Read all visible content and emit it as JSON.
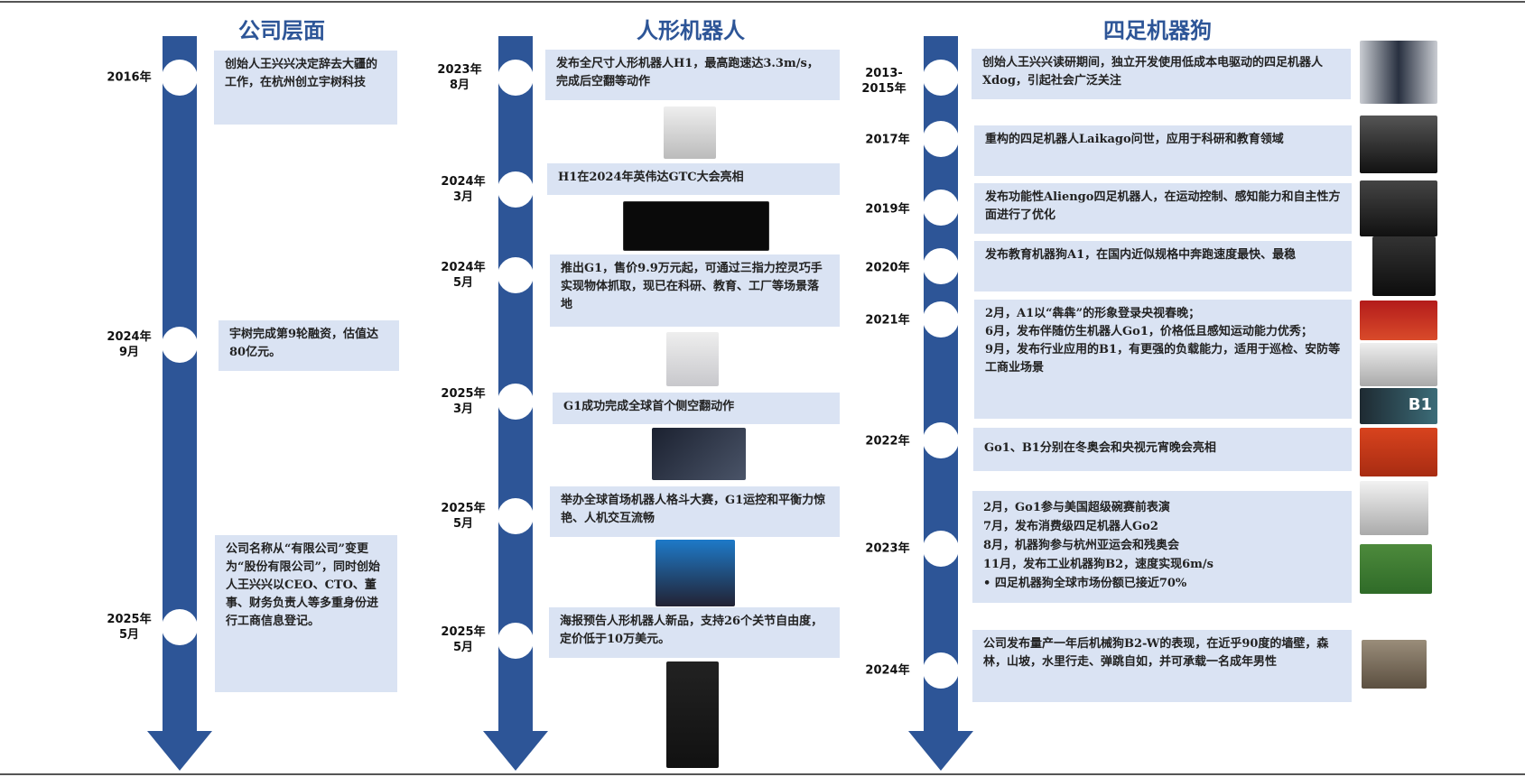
{
  "columns": [
    {
      "title": "公司层面",
      "events": [
        {
          "date": "2016年",
          "text": "创始人王兴兴决定辞去大疆的工作，在杭州创立宇树科技"
        },
        {
          "date": "2024年\n9月",
          "text": "宇树完成第9轮融资，估值达80亿元。"
        },
        {
          "date": "2025年\n5月",
          "text": "公司名称从“有限公司”变更为“股份有限公司”，同时创始人王兴兴以CEO、CTO、董事、财务负责人等多重身份进行工商信息登记。"
        }
      ]
    },
    {
      "title": "人形机器人",
      "events": [
        {
          "date": "2023年\n8月",
          "text": "发布全尺寸人形机器人H1，最高跑速达3.3m/s，完成后空翻等动作"
        },
        {
          "date": "2024年\n3月",
          "text": "H1在2024年英伟达GTC大会亮相"
        },
        {
          "date": "2024年\n5月",
          "text": "推出G1，售价9.9万元起，可通过三指力控灵巧手实现物体抓取，现已在科研、教育、工厂等场景落地"
        },
        {
          "date": "2025年\n3月",
          "text": "G1成功完成全球首个侧空翻动作"
        },
        {
          "date": "2025年\n5月",
          "text": "举办全球首场机器人格斗大赛，G1运控和平衡力惊艳、人机交互流畅"
        },
        {
          "date": "2025年\n5月",
          "text": "海报预告人形机器人新品，支持26个关节自由度，定价低于10万美元。"
        }
      ]
    },
    {
      "title": "四足机器狗",
      "events": [
        {
          "date": "2013-\n2015年",
          "text": "创始人王兴兴读研期间，独立开发使用低成本电驱动的四足机器人Xdog，引起社会广泛关注"
        },
        {
          "date": "2017年",
          "text": "重构的四足机器人Laikago问世，应用于科研和教育领域"
        },
        {
          "date": "2019年",
          "text": "发布功能性Aliengo四足机器人，在运动控制、感知能力和自主性方面进行了优化"
        },
        {
          "date": "2020年",
          "text": "发布教育机器狗A1，在国内近似规格中奔跑速度最快、最稳"
        },
        {
          "date": "2021年",
          "text": "2月，A1以“犇犇”的形象登录央视春晚；\n6月，发布伴随仿生机器人Go1，价格低且感知运动能力优秀；\n9月，发布行业应用的B1，有更强的负载能力，适用于巡检、安防等工商业场景"
        },
        {
          "date": "2022年",
          "text": "Go1、B1分别在冬奥会和央视元宵晚会亮相"
        },
        {
          "date": "2023年",
          "text": "2月，Go1参与美国超级碗赛前表演\n7月，发布消费级四足机器人Go2\n8月，机器狗参与杭州亚运会和残奥会\n11月，发布工业机器狗B2，速度实现6m/s\n• 四足机器狗全球市场份额已接近70%"
        },
        {
          "date": "2024年",
          "text": "公司发布量产一年后机械狗B2-W的表现，在近乎90度的墙壁，森林，山坡，水里行走、弹跳自如，并可承载一名成年男性"
        }
      ]
    }
  ],
  "image_labels": {
    "b1": "B1"
  },
  "colors": {
    "accent": "#2d5597",
    "box": "#dae3f3"
  }
}
